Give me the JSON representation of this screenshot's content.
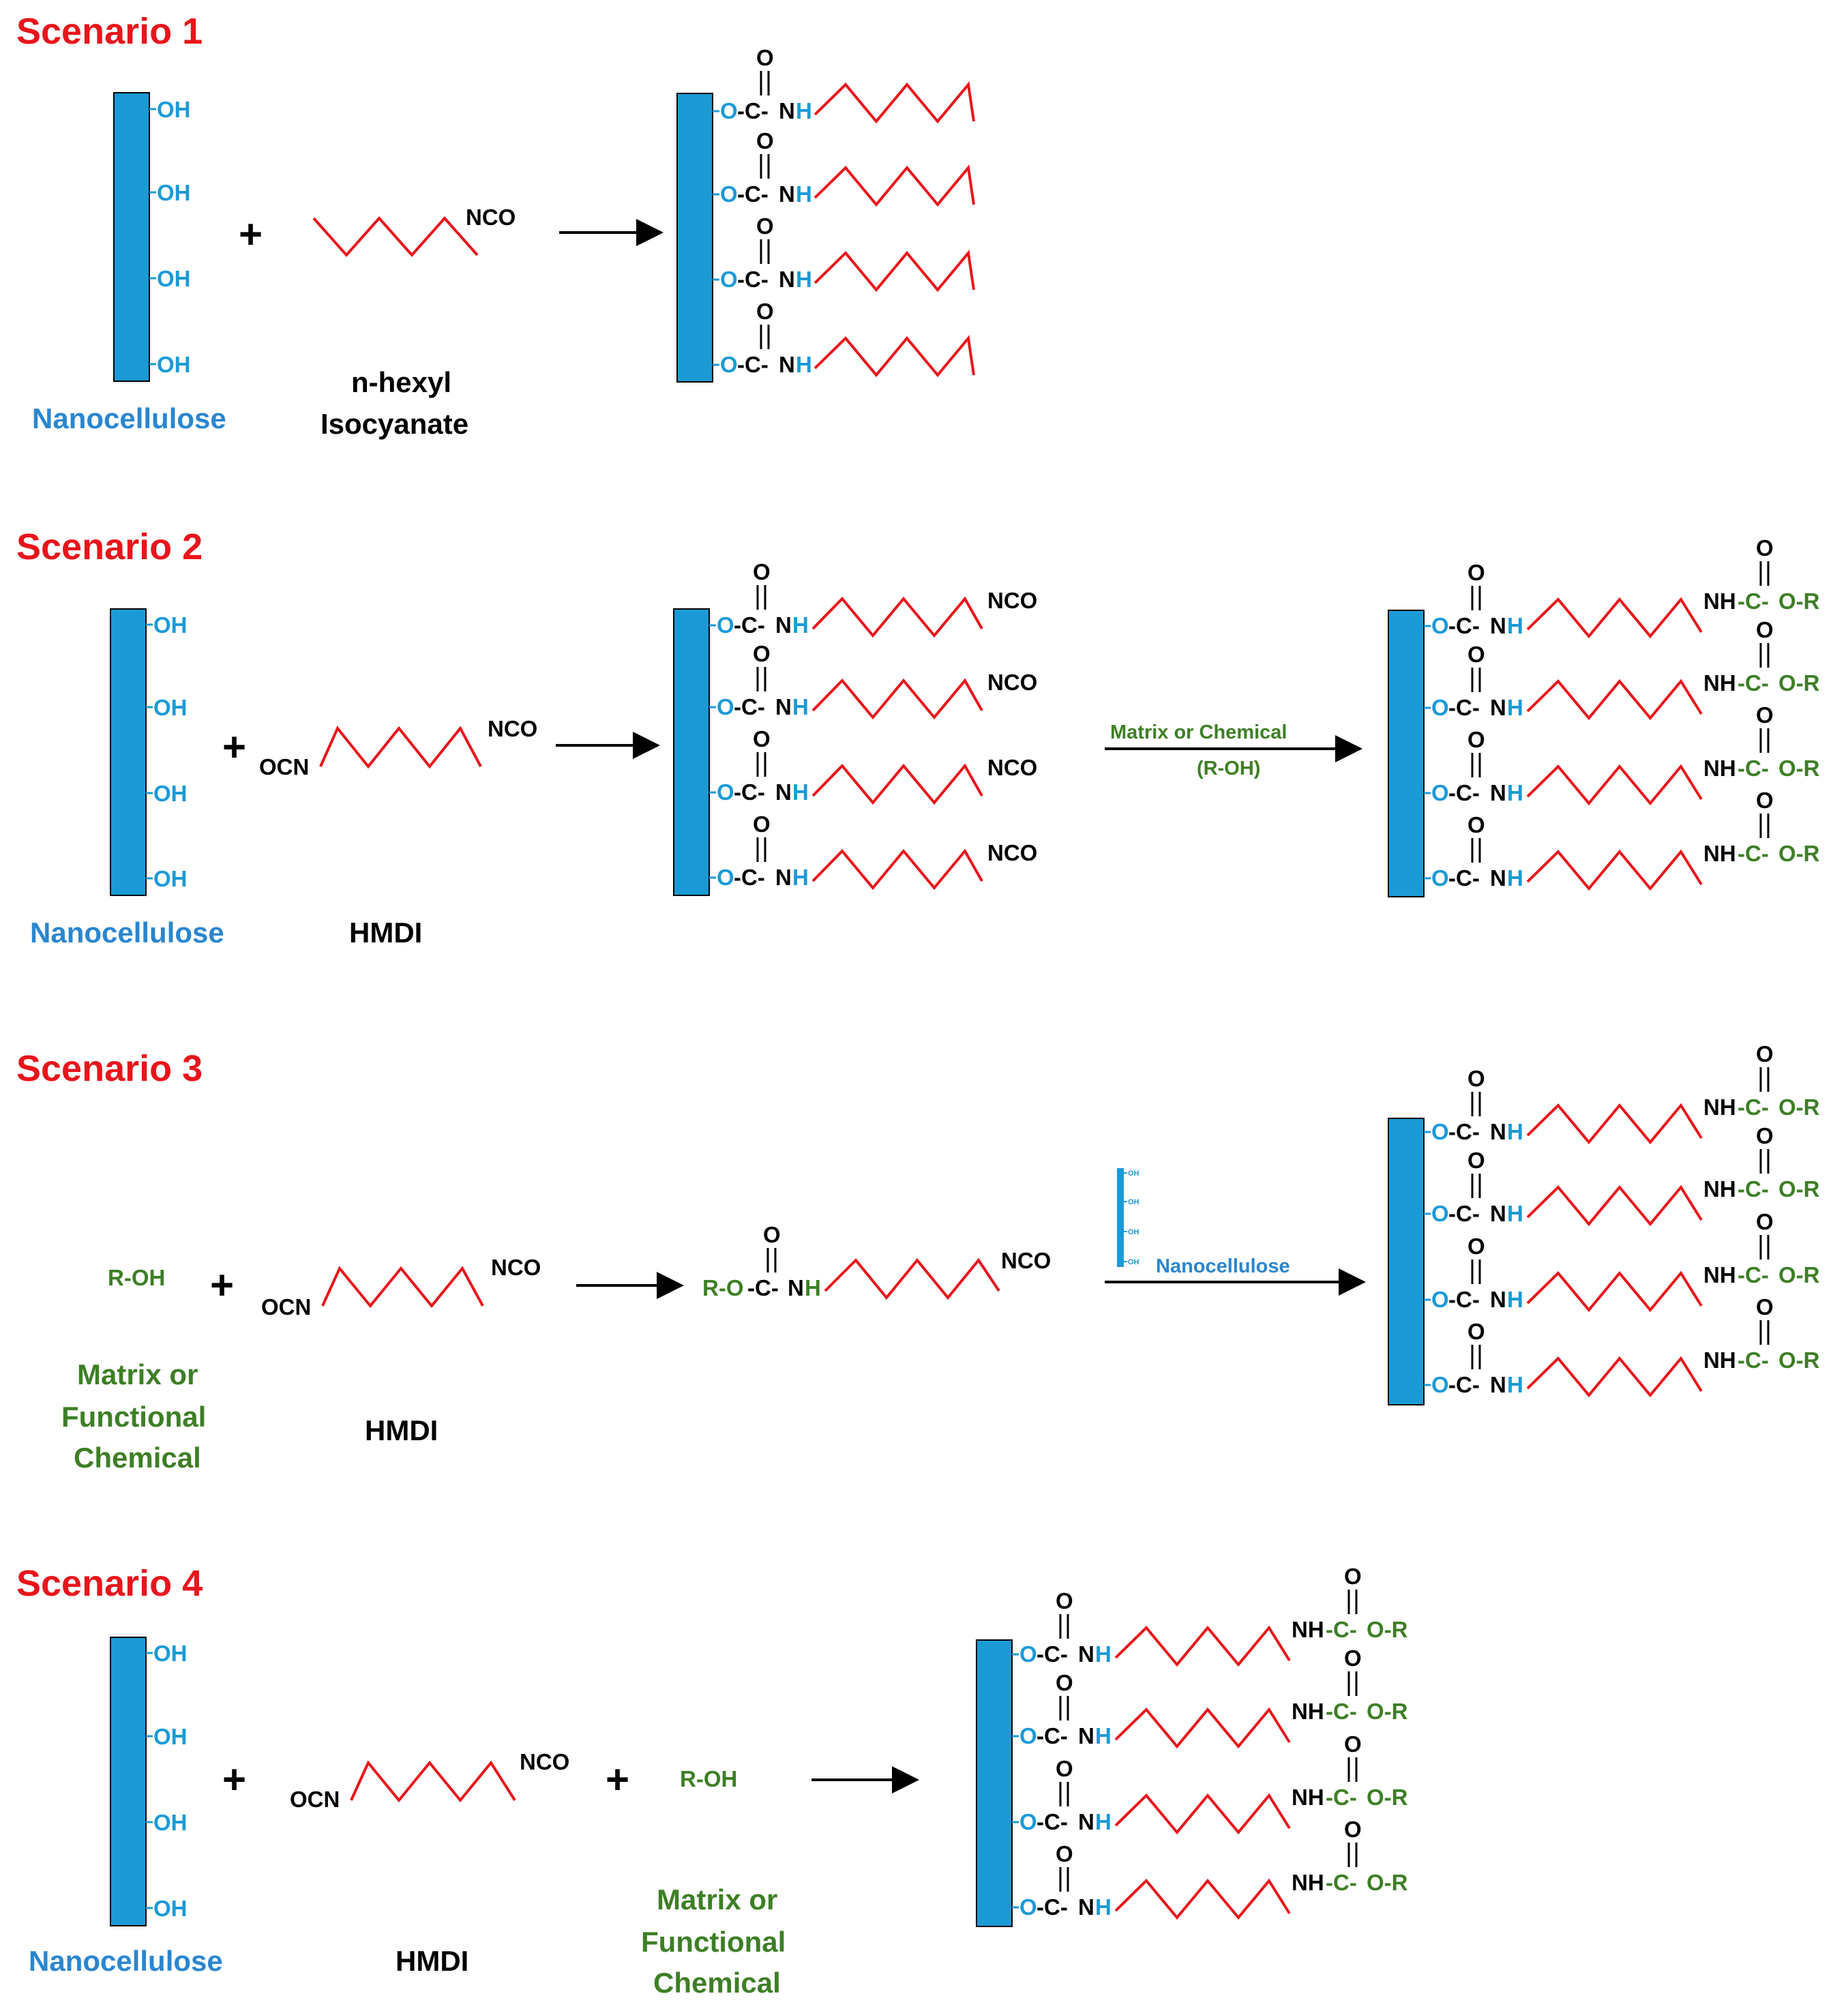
{
  "colors": {
    "scenario_title": "#e8151b",
    "nanocellulose": "#1b9ad6",
    "nanocellulose_text": "#2a86cf",
    "chain": "#e8151b",
    "matrix": "#3d7f25",
    "black": "#000000"
  },
  "labels": {
    "scenario1": "Scenario 1",
    "scenario2": "Scenario 2",
    "scenario3": "Scenario 3",
    "scenario4": "Scenario 4",
    "nanocellulose": "Nanocellulose",
    "nhexyl_line1": "n-hexyl",
    "nhexyl_line2": "Isocyanate",
    "hmdi": "HMDI",
    "matrix_line1": "Matrix or",
    "matrix_line2": "Functional",
    "matrix_line3": "Chemical",
    "arrow2_line1": "Matrix or Chemical",
    "arrow2_line2": "(R-OH)",
    "arrow3_label": "Nanocellulose"
  },
  "chem": {
    "oh": "OH",
    "nco": "NCO",
    "ocn": "OCN",
    "o": "O",
    "c": "C",
    "n": "N",
    "h": "H",
    "dash": "-",
    "dash_c_dash": "-C-",
    "nh": "NH",
    "roh": "R-OH",
    "or": "O-R",
    "r_o": "R-O",
    "plus": "+"
  }
}
